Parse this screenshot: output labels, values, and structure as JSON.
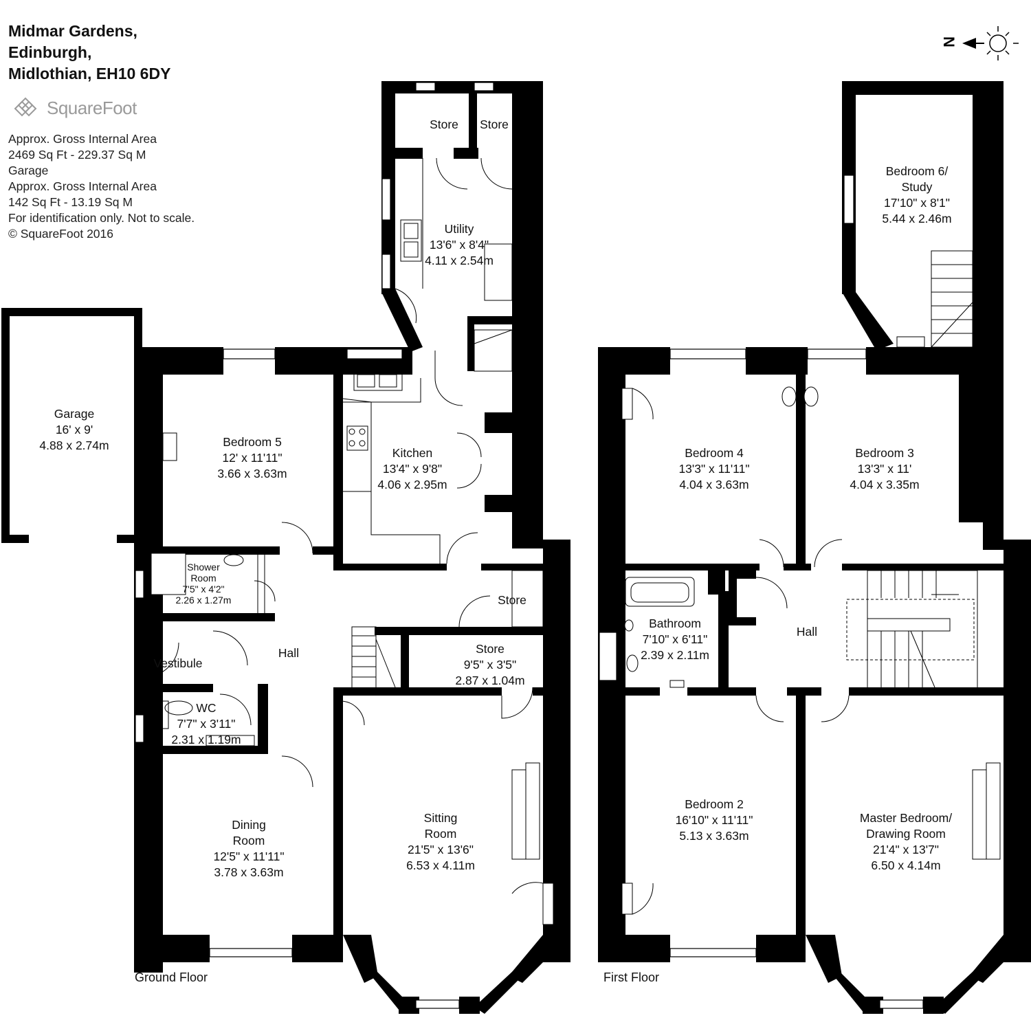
{
  "header": {
    "address_line1": "Midmar Gardens,",
    "address_line2": "Edinburgh,",
    "address_line3": "Midlothian, EH10 6DY"
  },
  "brand": {
    "name": "SquareFoot",
    "logo_icon": "squarefoot-logo-icon"
  },
  "info": {
    "line1": "Approx. Gross Internal Area",
    "line2": "2469 Sq Ft  -  229.37 Sq M",
    "line3": "Garage",
    "line4": "Approx. Gross Internal Area",
    "line5": "142 Sq Ft  -  13.19 Sq M",
    "line6": "For identification only. Not to scale.",
    "line7": "© SquareFoot 2016"
  },
  "compass": {
    "label": "N",
    "icon": "north-arrow-sun-icon"
  },
  "floors": {
    "ground": "Ground Floor",
    "first": "First Floor"
  },
  "rooms": {
    "store_a": {
      "name": "Store"
    },
    "store_b": {
      "name": "Store"
    },
    "utility": {
      "name": "Utility",
      "imperial": "13'6\" x 8'4\"",
      "metric": "4.11 x 2.54m"
    },
    "garage": {
      "name": "Garage",
      "imperial": "16' x 9'",
      "metric": "4.88 x 2.74m"
    },
    "bedroom5": {
      "name": "Bedroom 5",
      "imperial": "12' x 11'11\"",
      "metric": "3.66 x 3.63m"
    },
    "kitchen": {
      "name": "Kitchen",
      "imperial": "13'4\" x 9'8\"",
      "metric": "4.06 x 2.95m"
    },
    "shower": {
      "name1": "Shower",
      "name2": "Room",
      "imperial": "7'5\" x 4'2\"",
      "metric": "2.26 x 1.27m"
    },
    "store_c": {
      "name": "Store"
    },
    "vestibule": {
      "name": "Vestibule"
    },
    "hall_ground": {
      "name": "Hall"
    },
    "store_d": {
      "name": "Store",
      "imperial": "9'5\" x 3'5\"",
      "metric": "2.87 x 1.04m"
    },
    "wc": {
      "name": "WC",
      "imperial": "7'7\" x 3'11\"",
      "metric": "2.31 x 1.19m"
    },
    "dining": {
      "name1": "Dining",
      "name2": "Room",
      "imperial": "12'5\" x 11'11\"",
      "metric": "3.78 x 3.63m"
    },
    "sitting": {
      "name1": "Sitting",
      "name2": "Room",
      "imperial": "21'5\" x 13'6\"",
      "metric": "6.53 x 4.11m"
    },
    "bedroom6": {
      "name1": "Bedroom 6/",
      "name2": "Study",
      "imperial": "17'10\" x 8'1\"",
      "metric": "5.44 x 2.46m"
    },
    "bedroom4": {
      "name": "Bedroom 4",
      "imperial": "13'3\" x 11'11\"",
      "metric": "4.04 x 3.63m"
    },
    "bedroom3": {
      "name": "Bedroom 3",
      "imperial": "13'3\" x 11'",
      "metric": "4.04 x 3.35m"
    },
    "bathroom": {
      "name": "Bathroom",
      "imperial": "7'10\" x 6'11\"",
      "metric": "2.39 x 2.11m"
    },
    "hall_first": {
      "name": "Hall"
    },
    "bedroom2": {
      "name": "Bedroom 2",
      "imperial": "16'10\" x 11'11\"",
      "metric": "5.13 x 3.63m"
    },
    "master": {
      "name1": "Master Bedroom/",
      "name2": "Drawing Room",
      "imperial": "21'4\" x 13'7\"",
      "metric": "6.50 x 4.14m"
    }
  }
}
